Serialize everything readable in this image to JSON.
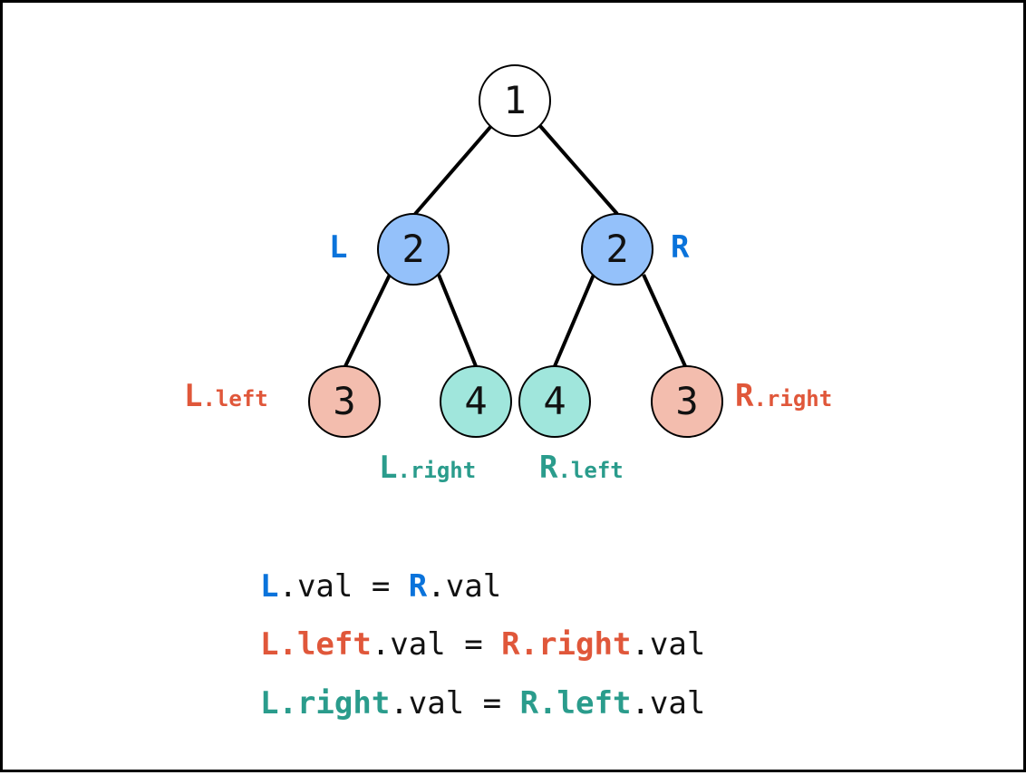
{
  "colors": {
    "blue": "#0a73db",
    "red": "#e0573a",
    "teal": "#2a9c8c",
    "node_root": "#ffffff",
    "node_blue": "#94c1fa",
    "node_red": "#f3bdae",
    "node_teal": "#a0e6dc",
    "line": "#000000"
  },
  "tree": {
    "root": {
      "value": "1"
    },
    "left": {
      "value": "2",
      "label": "L"
    },
    "right": {
      "value": "2",
      "label": "R"
    },
    "left_left": {
      "value": "3",
      "label_main": "L",
      "label_suffix": ".left"
    },
    "left_right": {
      "value": "4",
      "label_main": "L",
      "label_suffix": ".right"
    },
    "right_left": {
      "value": "4",
      "label_main": "R",
      "label_suffix": ".left"
    },
    "right_right": {
      "value": "3",
      "label_main": "R",
      "label_suffix": ".right"
    }
  },
  "equations": [
    {
      "lhs": "L",
      "lhs_tail": ".val",
      "op": " = ",
      "rhs": "R",
      "rhs_tail": ".val"
    },
    {
      "lhs": "L.left",
      "lhs_tail": ".val",
      "op": " = ",
      "rhs": "R.right",
      "rhs_tail": ".val"
    },
    {
      "lhs": "L.right",
      "lhs_tail": ".val",
      "op": " = ",
      "rhs": "R.left",
      "rhs_tail": ".val"
    }
  ]
}
